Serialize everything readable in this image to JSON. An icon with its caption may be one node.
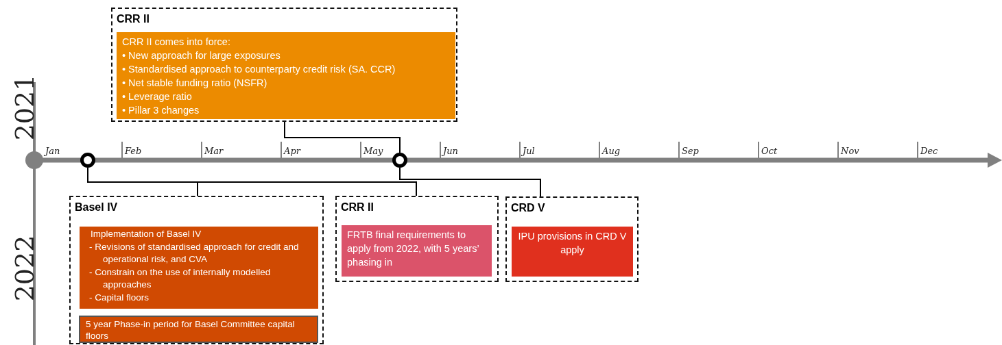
{
  "diagram": {
    "nodes": [
      {
        "text": [
          "CRR II"
        ]
      },
      {
        "text": [
          "CRR II comes into force:",
          "• New approach  for large exposures",
          "• Standardised approach to counterparty credit risk (SA. CCR)",
          "• Net stable funding ratio (NSFR)",
          "• Leverage ratio",
          "• Pillar 3 changes"
        ],
        "in": 0
      },
      {
        "text": [],
        "shape": "circle"
      },
      {
        "text": [],
        "shape": "circle"
      },
      {
        "text": [
          "Basel IV"
        ]
      },
      {
        "text": [
          "Implementation of Basel  IV",
          "- Revisions of standardised approach for credit and operational risk, and CVA",
          "- Constrain on the use of internally modelled approaches",
          "- Capital floors"
        ],
        "in": 4
      },
      {
        "text": [
          "5 year Phase-in period for Basel Committee capital floors"
        ],
        "in": 4
      },
      {
        "text": [
          "CRR II"
        ]
      },
      {
        "text": [
          "FRTB final requirements to apply from 2022, with 5 years’ phasing in"
        ],
        "in": 7
      },
      {
        "text": [
          "CRD V"
        ]
      },
      {
        "text": [
          "IPU provisions in CRD V apply"
        ],
        "in": 9
      }
    ],
    "edges": [
      {
        "from": 0,
        "to": 3,
        "arrow": "none"
      },
      {
        "from": 2,
        "to": 4,
        "arrow": "none"
      },
      {
        "from": 2,
        "to": 7,
        "arrow": "none"
      },
      {
        "from": 3,
        "to": 9,
        "arrow": "none"
      }
    ],
    "labels": [
      "2021",
      "Jan",
      "Feb",
      "Mar",
      "Apr",
      "May",
      "Jun",
      "Jul",
      "Aug",
      "Sep",
      "Oct",
      "Nov",
      "Dec",
      "2022"
    ]
  }
}
